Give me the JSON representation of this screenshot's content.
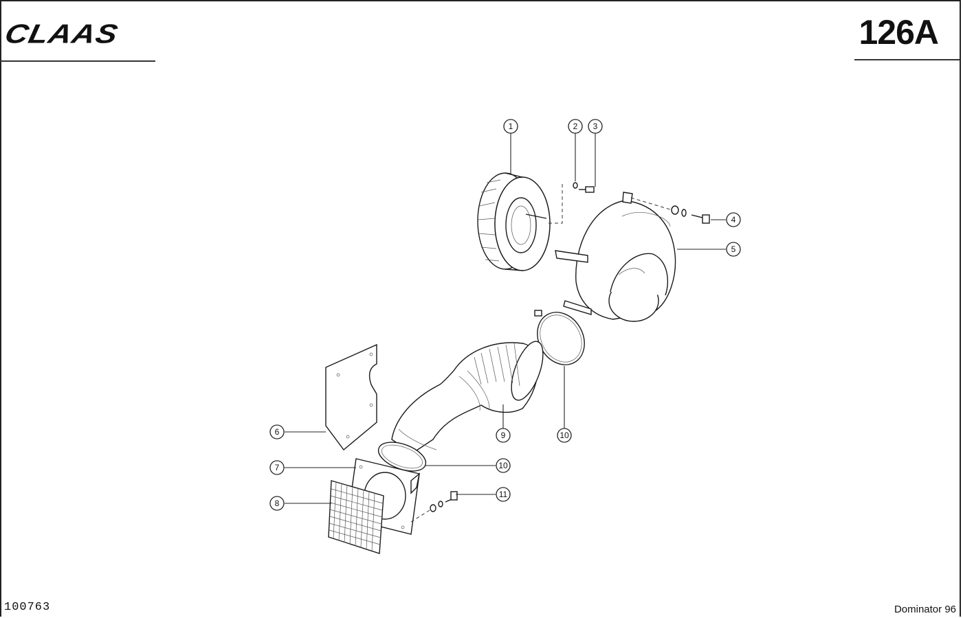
{
  "header": {
    "brand": "CLAAS",
    "page_number": "126A"
  },
  "footer": {
    "document_number": "100763",
    "model": "Dominator 96"
  },
  "callouts": [
    {
      "id": "c1",
      "label": "1"
    },
    {
      "id": "c2",
      "label": "2"
    },
    {
      "id": "c3",
      "label": "3"
    },
    {
      "id": "c4",
      "label": "4"
    },
    {
      "id": "c5",
      "label": "5"
    },
    {
      "id": "c6",
      "label": "6"
    },
    {
      "id": "c7",
      "label": "7"
    },
    {
      "id": "c8",
      "label": "8"
    },
    {
      "id": "c9",
      "label": "9"
    },
    {
      "id": "c10a",
      "label": "10"
    },
    {
      "id": "c10b",
      "label": "10"
    },
    {
      "id": "c11",
      "label": "11"
    }
  ]
}
